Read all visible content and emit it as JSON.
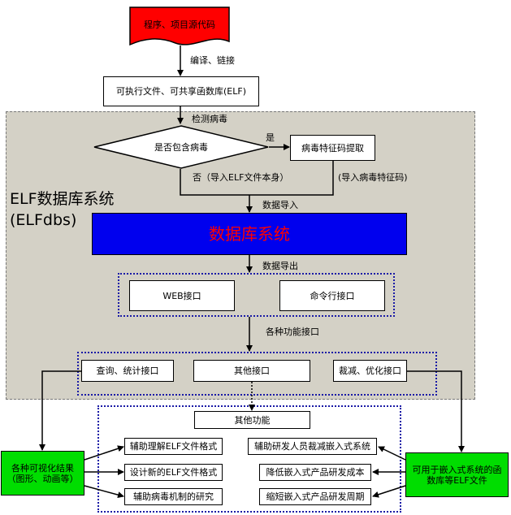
{
  "source_node": "程序、项目源代码",
  "compile_label": "编译、链接",
  "elf_node": "可执行文件、可共享函数库(ELF)",
  "virus_scan_label": "检测病毒",
  "decision_node": "是否包含病毒",
  "yes_label": "是",
  "extract_node": "病毒特征码提取",
  "no_label": "否（导入ELF文件本身）",
  "import_signature_label": "(导入病毒特征码)",
  "system_title_line1": "ELF数据库系统",
  "system_title_line2": "(ELFdbs)",
  "data_import_label": "数据导入",
  "database_node": "数据库系统",
  "data_export_label": "数据导出",
  "web_interface": "WEB接口",
  "cli_interface": "命令行接口",
  "function_interfaces_label": "各种功能接口",
  "query_interface": "查询、统计接口",
  "other_interface": "其他接口",
  "trim_interface": "裁减、优化接口",
  "other_functions": "其他功能",
  "functions": {
    "understand_elf": "辅助理解ELF文件格式",
    "design_elf": "设计新的ELF文件格式",
    "virus_research": "辅助病毒机制的研究",
    "trim_embedded": "辅助研发人员裁减嵌入式系统",
    "reduce_cost": "降低嵌入式产品研发成本",
    "shorten_cycle": "缩短嵌入式产品研发周期"
  },
  "visual_results": "各种可视化结果（图形、动画等）",
  "embedded_libs": "可用于嵌入式系统的函数库等ELF文件",
  "colors": {
    "system_bg": "#d4d1c6",
    "source_red": "#ff0000",
    "database_blue": "#0000ee",
    "database_text": "#ff0000",
    "green": "#00dd00",
    "dotted_border": "#1a1aa6"
  }
}
